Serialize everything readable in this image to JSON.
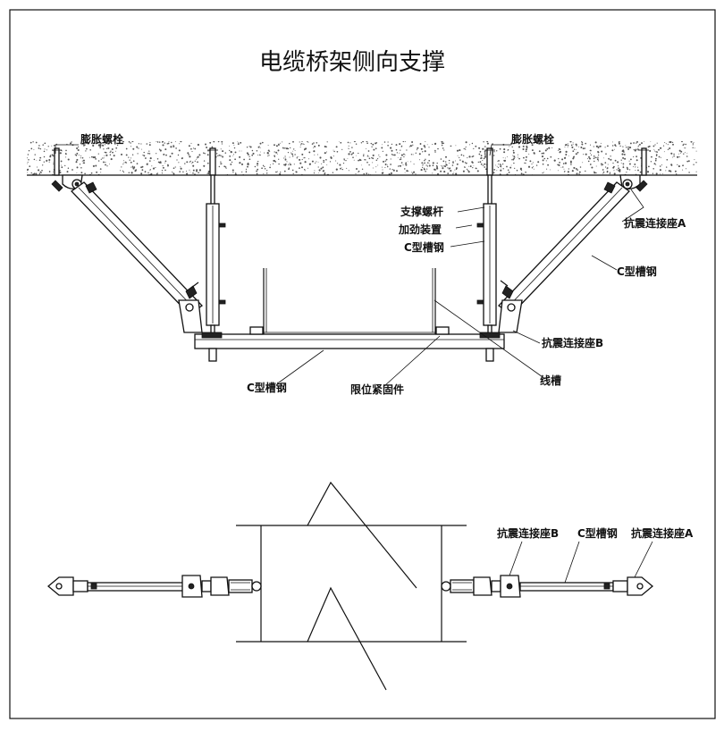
{
  "title": "电缆桥架侧向支撑",
  "labels": {
    "expansion_bolt_left": "膨胀螺栓",
    "expansion_bolt_right": "膨胀螺栓",
    "support_screw_rod": "支撑螺杆",
    "reinforcing_device": "加劲装置",
    "c_channel_vertical": "C型槽钢",
    "seismic_seat_a": "抗震连接座A",
    "c_channel_diagonal": "C型槽钢",
    "seismic_seat_b": "抗震连接座B",
    "cable_tray": "线槽",
    "limit_fastener": "限位紧固件",
    "c_channel_bottom": "C型槽钢"
  },
  "plan_labels": {
    "seismic_seat_b": "抗震连接座B",
    "c_channel": "C型槽钢",
    "seismic_seat_a": "抗震连接座A"
  },
  "colors": {
    "line": "#111111",
    "background": "#ffffff",
    "concrete_speckle": "#555555"
  }
}
